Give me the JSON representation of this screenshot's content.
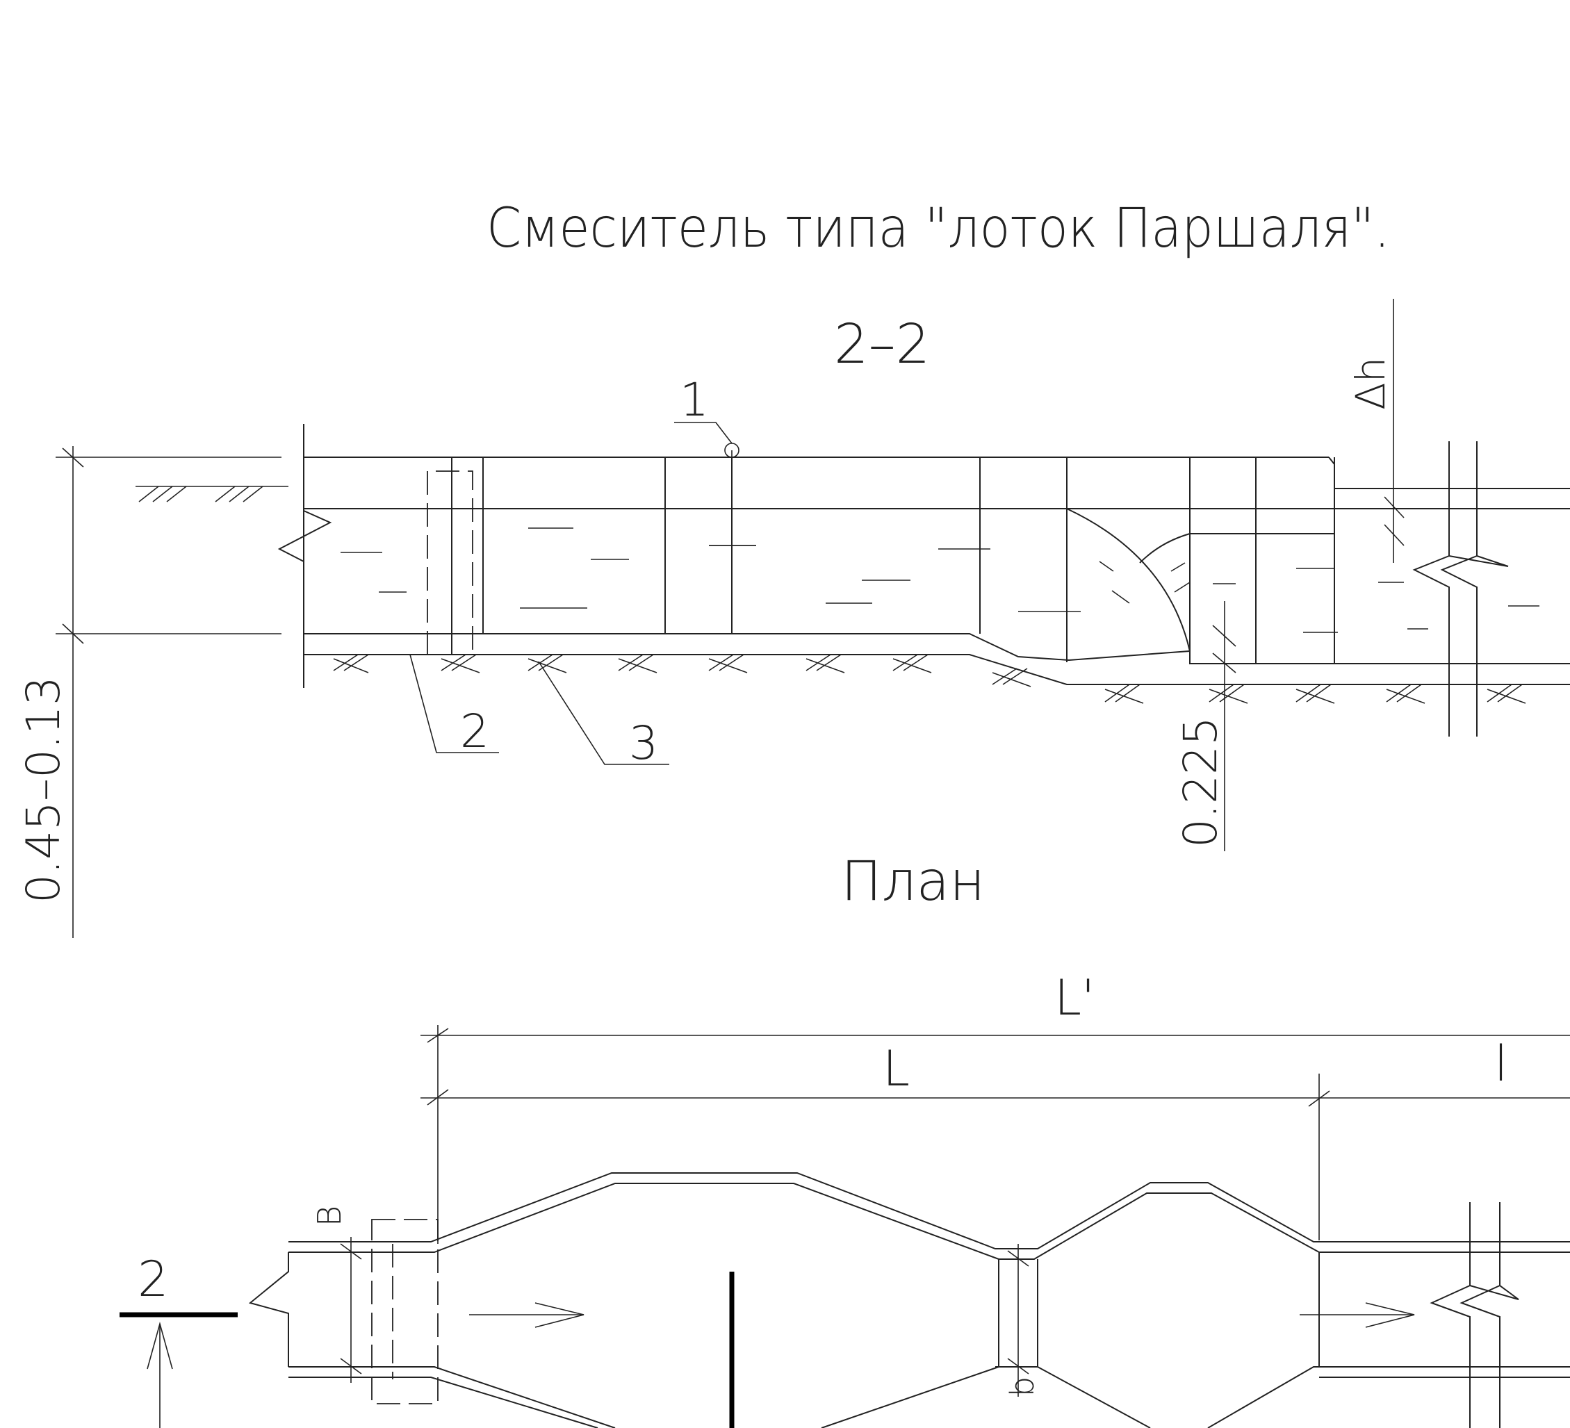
{
  "title": "Смеситель типа \"лоток Паршаля\".",
  "section": {
    "label": "2–2",
    "callouts": [
      "1",
      "2",
      "3"
    ],
    "dim_depth": "0.45–0.13",
    "dim_drop": "0.225",
    "dim_dh": "∆h"
  },
  "plan": {
    "label": "План",
    "dim_L_total": "L'",
    "dim_L": "L",
    "dim_l": "l",
    "dim_B": "B",
    "dim_b": "b",
    "cut_mark": "2"
  }
}
